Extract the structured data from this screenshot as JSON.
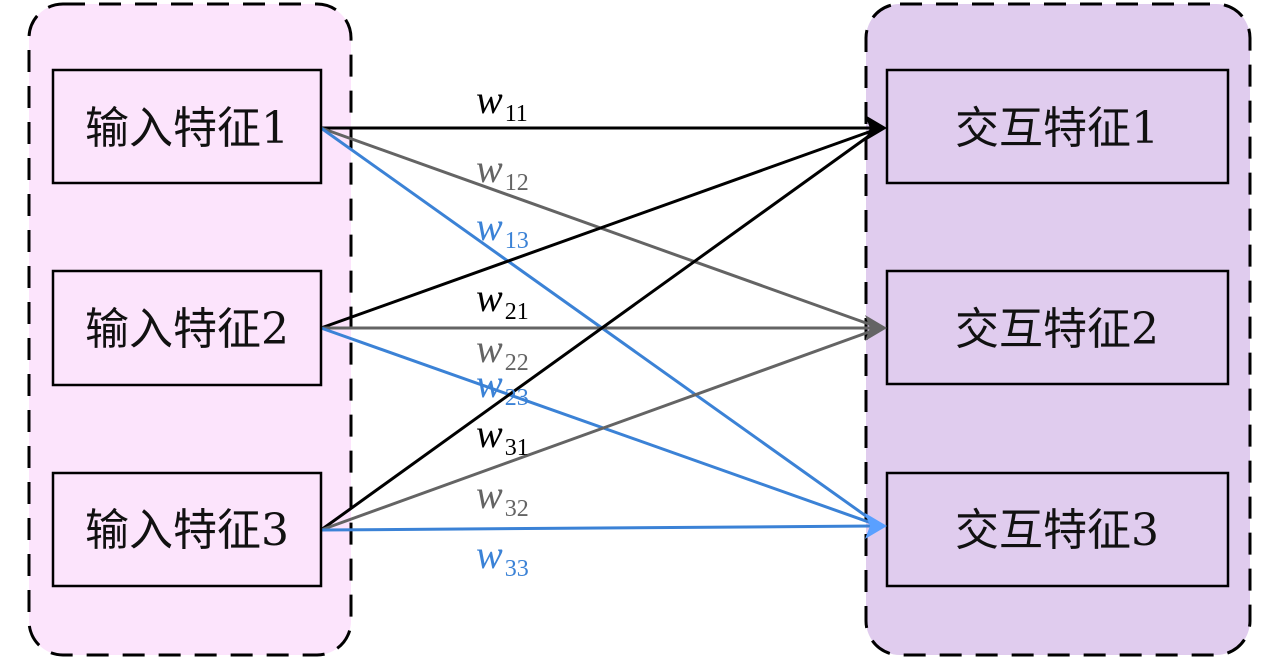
{
  "diagram": {
    "input_group": {
      "fill": "#fce4fc",
      "nodes": [
        {
          "id": "in1",
          "label": "输入特征1"
        },
        {
          "id": "in2",
          "label": "输入特征2"
        },
        {
          "id": "in3",
          "label": "输入特征3"
        }
      ]
    },
    "output_group": {
      "fill": "#e0ccee",
      "nodes": [
        {
          "id": "out1",
          "label": "交互特征1"
        },
        {
          "id": "out2",
          "label": "交互特征2"
        },
        {
          "id": "out3",
          "label": "交互特征3"
        }
      ]
    },
    "edge_colors": {
      "to_out1": "#000000",
      "to_out2": "#646464",
      "to_out3": "#3b82d6",
      "arrow_out3": "#5aa0ff"
    },
    "edges": [
      {
        "from": "in1",
        "to": "out1",
        "label": "w",
        "sub": "11",
        "color": "#000000"
      },
      {
        "from": "in1",
        "to": "out2",
        "label": "w",
        "sub": "12",
        "color": "#646464"
      },
      {
        "from": "in1",
        "to": "out3",
        "label": "w",
        "sub": "13",
        "color": "#3b82d6"
      },
      {
        "from": "in2",
        "to": "out1",
        "label": "w",
        "sub": "21",
        "color": "#000000"
      },
      {
        "from": "in2",
        "to": "out2",
        "label": "w",
        "sub": "22",
        "color": "#646464"
      },
      {
        "from": "in2",
        "to": "out3",
        "label": "w",
        "sub": "23",
        "color": "#3b82d6"
      },
      {
        "from": "in3",
        "to": "out1",
        "label": "w",
        "sub": "31",
        "color": "#000000"
      },
      {
        "from": "in3",
        "to": "out2",
        "label": "w",
        "sub": "32",
        "color": "#646464"
      },
      {
        "from": "in3",
        "to": "out3",
        "label": "w",
        "sub": "33",
        "color": "#3b82d6"
      }
    ]
  }
}
